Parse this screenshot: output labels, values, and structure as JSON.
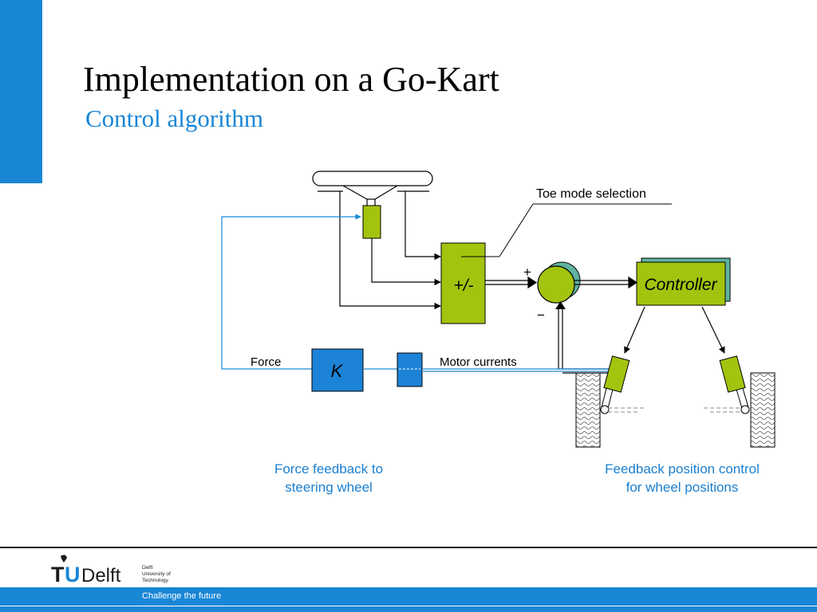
{
  "slide": {
    "title": "Implementation on a Go-Kart",
    "subtitle": "Control algorithm"
  },
  "diagram": {
    "toe_mode_label": "Toe mode selection",
    "sum_block_label": "+/-",
    "plus_sign": "+",
    "minus_sign": "−",
    "controller_label": "Controller",
    "force_label": "Force",
    "gain_label": "K",
    "motor_currents_label": "Motor currents",
    "caption_left": [
      "Force feedback to",
      "steering wheel"
    ],
    "caption_right": [
      "Feedback position control",
      "for wheel positions"
    ]
  },
  "footer": {
    "logo_tu": "TU",
    "logo_delft": "Delft",
    "university_lines": [
      "Delft",
      "University of",
      "Technology"
    ],
    "slogan": "Challenge the future"
  },
  "colors": {
    "accent_blue": "#1a86d6",
    "actuator_green": "#a3c40e",
    "block_blue": "#1c83d7",
    "controller_teal": "#5fb3a0"
  }
}
